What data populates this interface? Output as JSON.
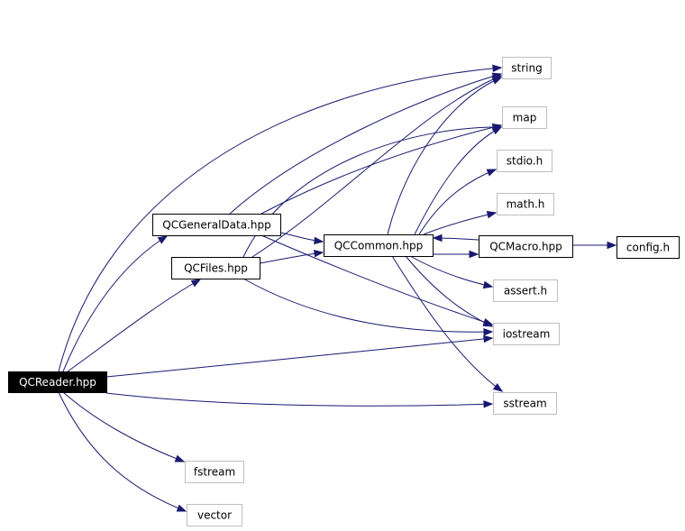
{
  "colors": {
    "edge": "#191970",
    "internal_border": "#000000",
    "external_border": "#bfbfbf",
    "root_fill": "#000000",
    "root_text": "#ffffff",
    "text": "#000000"
  },
  "nodes": [
    {
      "id": "qcreader",
      "label": "QCReader.hpp",
      "kind": "root"
    },
    {
      "id": "qcgeneraldata",
      "label": "QCGeneralData.hpp",
      "kind": "internal"
    },
    {
      "id": "qcfiles",
      "label": "QCFiles.hpp",
      "kind": "internal"
    },
    {
      "id": "qccommon",
      "label": "QCCommon.hpp",
      "kind": "internal"
    },
    {
      "id": "qcmacro",
      "label": "QCMacro.hpp",
      "kind": "internal"
    },
    {
      "id": "config",
      "label": "config.h",
      "kind": "internal"
    },
    {
      "id": "string",
      "label": "string",
      "kind": "external"
    },
    {
      "id": "map",
      "label": "map",
      "kind": "external"
    },
    {
      "id": "stdio",
      "label": "stdio.h",
      "kind": "external"
    },
    {
      "id": "math",
      "label": "math.h",
      "kind": "external"
    },
    {
      "id": "assert",
      "label": "assert.h",
      "kind": "external"
    },
    {
      "id": "iostream",
      "label": "iostream",
      "kind": "external"
    },
    {
      "id": "sstream",
      "label": "sstream",
      "kind": "external"
    },
    {
      "id": "fstream",
      "label": "fstream",
      "kind": "external"
    },
    {
      "id": "vector",
      "label": "vector",
      "kind": "external"
    }
  ],
  "edges": [
    {
      "from": "qcreader",
      "to": "string"
    },
    {
      "from": "qcreader",
      "to": "qcgeneraldata"
    },
    {
      "from": "qcreader",
      "to": "qcfiles"
    },
    {
      "from": "qcreader",
      "to": "iostream"
    },
    {
      "from": "qcreader",
      "to": "sstream"
    },
    {
      "from": "qcreader",
      "to": "fstream"
    },
    {
      "from": "qcreader",
      "to": "vector"
    },
    {
      "from": "qcgeneraldata",
      "to": "string"
    },
    {
      "from": "qcgeneraldata",
      "to": "map"
    },
    {
      "from": "qcgeneraldata",
      "to": "qccommon"
    },
    {
      "from": "qcgeneraldata",
      "to": "iostream"
    },
    {
      "from": "qcfiles",
      "to": "string"
    },
    {
      "from": "qcfiles",
      "to": "map"
    },
    {
      "from": "qcfiles",
      "to": "qccommon"
    },
    {
      "from": "qcfiles",
      "to": "iostream"
    },
    {
      "from": "qccommon",
      "to": "string"
    },
    {
      "from": "qccommon",
      "to": "map"
    },
    {
      "from": "qccommon",
      "to": "stdio"
    },
    {
      "from": "qccommon",
      "to": "math"
    },
    {
      "from": "qccommon",
      "to": "qcmacro"
    },
    {
      "from": "qccommon",
      "to": "assert"
    },
    {
      "from": "qccommon",
      "to": "iostream"
    },
    {
      "from": "qccommon",
      "to": "sstream"
    },
    {
      "from": "qcmacro",
      "to": "qccommon"
    },
    {
      "from": "qcmacro",
      "to": "config"
    }
  ]
}
